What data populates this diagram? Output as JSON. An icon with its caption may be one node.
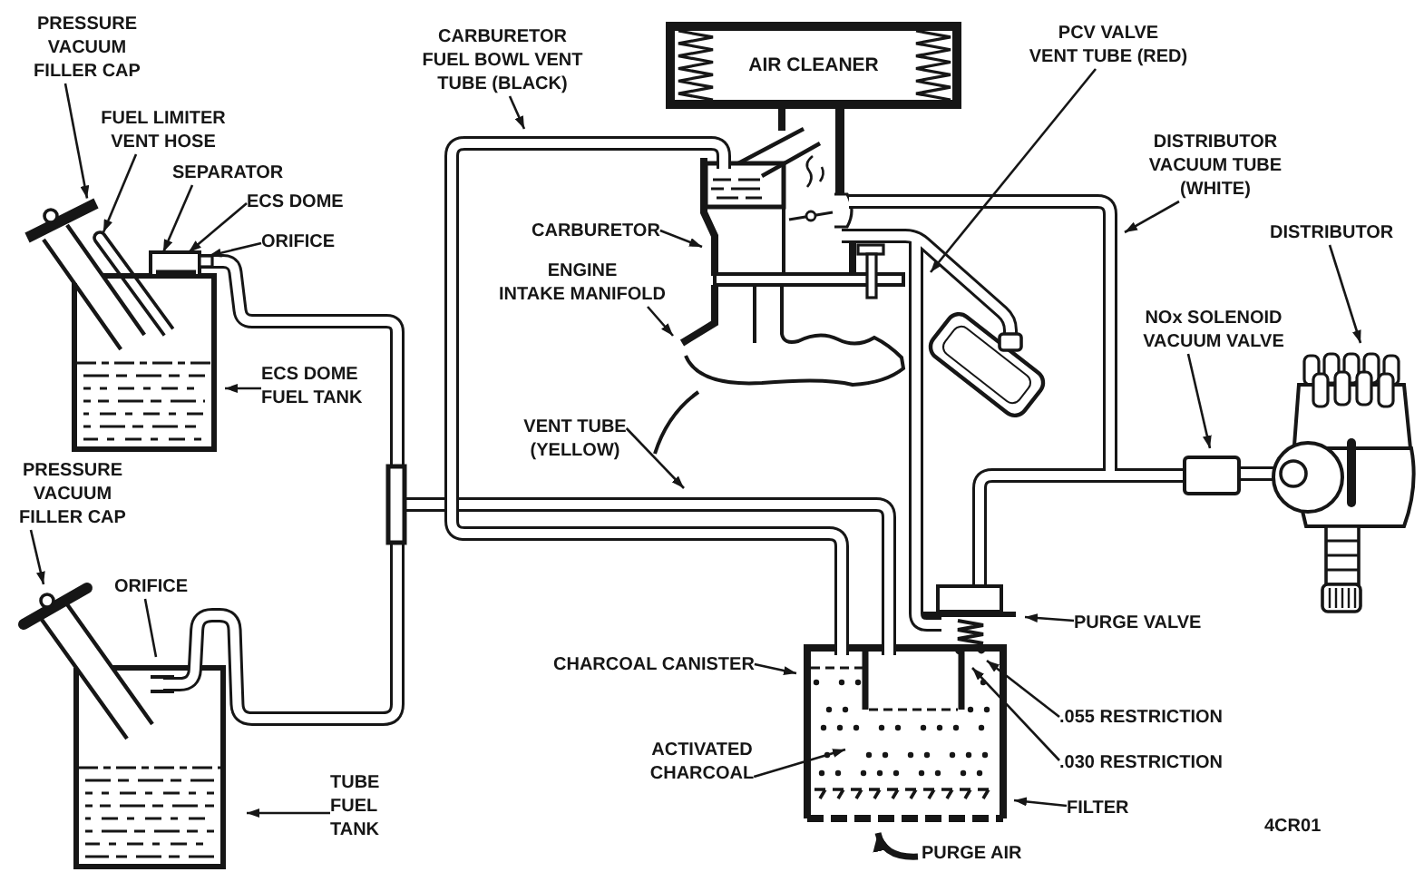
{
  "diagram": {
    "nodes": [
      {
        "text": [
          "PRESSURE VACUUM FILLER CAP"
        ]
      },
      {
        "text": [
          "FUEL LIMITER VENT HOSE"
        ]
      },
      {
        "text": [
          "SEPARATOR"
        ]
      },
      {
        "text": [
          "ECS DOME"
        ]
      },
      {
        "text": [
          "ORIFICE"
        ]
      },
      {
        "text": [
          "ECS DOME FUEL TANK"
        ]
      },
      {
        "text": [
          "CARBURETOR FUEL BOWL VENT TUBE (BLACK)"
        ]
      },
      {
        "text": [
          "AIR CLEANER"
        ]
      },
      {
        "text": [
          "CARBURETOR"
        ]
      },
      {
        "text": [
          "ENGINE INTAKE MANIFOLD"
        ]
      },
      {
        "text": [
          "PCV VALVE VENT TUBE (RED)"
        ]
      },
      {
        "text": [
          "DISTRIBUTOR VACUUM TUBE (WHITE)"
        ]
      },
      {
        "text": [
          "DISTRIBUTOR"
        ]
      },
      {
        "text": [
          "NOx SOLENOID VACUUM VALVE"
        ]
      },
      {
        "text": [
          "VENT TUBE (YELLOW)"
        ]
      },
      {
        "text": [
          "PRESSURE VACUUM FILLER CAP"
        ]
      },
      {
        "text": [
          "ORIFICE"
        ]
      },
      {
        "text": [
          "PURGE VALVE"
        ]
      },
      {
        "text": [
          "CHARCOAL CANISTER"
        ]
      },
      {
        "text": [
          ".055 RESTRICTION"
        ]
      },
      {
        "text": [
          "ACTIVATED CHARCOAL"
        ]
      },
      {
        "text": [
          ".030 RESTRICTION"
        ]
      },
      {
        "text": [
          "TUBE FUEL TANK"
        ]
      },
      {
        "text": [
          "FILTER"
        ]
      },
      {
        "text": [],
        "shape": "picture"
      },
      {
        "text": [],
        "shape": "picture"
      },
      {
        "text": [],
        "shape": "picture"
      },
      {
        "text": [],
        "shape": "box"
      }
    ],
    "edges": [
      {
        "from": 0,
        "to": 24,
        "arrow": "to"
      },
      {
        "from": 1,
        "to": 25,
        "arrow": "to"
      },
      {
        "from": 2,
        "to": 26,
        "arrow": "to"
      },
      {
        "from": 3,
        "to": 26,
        "arrow": "to"
      },
      {
        "from": 4,
        "to": 27,
        "arrow": "to"
      },
      {
        "from": 5,
        "to": null,
        "arrow": "to"
      },
      {
        "from": 6,
        "to": null,
        "arrow": "to"
      },
      {
        "from": 8,
        "to": null,
        "arrow": "to"
      },
      {
        "from": 9,
        "to": null,
        "arrow": "to"
      },
      {
        "from": 10,
        "to": null,
        "arrow": "to"
      },
      {
        "from": 11,
        "to": null,
        "arrow": "to"
      },
      {
        "from": 12,
        "to": null,
        "arrow": "to"
      },
      {
        "from": 13,
        "to": null,
        "arrow": "to"
      },
      {
        "from": 14,
        "to": null,
        "arrow": "to"
      },
      {
        "from": 15,
        "to": null,
        "arrow": "to"
      },
      {
        "from": 16,
        "to": null,
        "arrow": "none"
      },
      {
        "from": 17,
        "to": null,
        "arrow": "to"
      },
      {
        "from": 18,
        "to": null,
        "arrow": "to"
      },
      {
        "from": 19,
        "to": null,
        "arrow": "to"
      },
      {
        "from": 20,
        "to": null,
        "arrow": "to"
      },
      {
        "from": 21,
        "to": null,
        "arrow": "to"
      },
      {
        "from": 22,
        "to": null,
        "arrow": "to"
      },
      {
        "from": 23,
        "to": null,
        "arrow": "to"
      }
    ],
    "labels": [
      "PURGE AIR",
      "4CR01"
    ]
  }
}
